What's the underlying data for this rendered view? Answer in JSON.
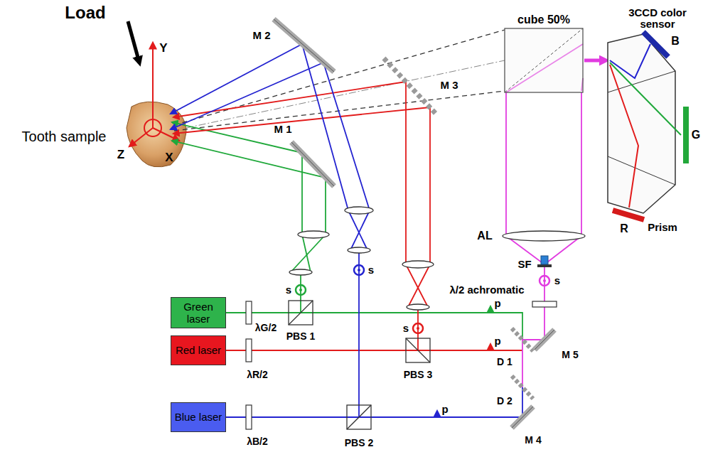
{
  "diagram": {
    "nodes": [
      {
        "text": [
          "Green laser"
        ]
      },
      {
        "text": [
          "Red laser"
        ]
      },
      {
        "text": [
          "Blue laser"
        ]
      }
    ],
    "labels": [
      "Load",
      "Y",
      "3CCD color sensor",
      "cube 50%",
      "M 2",
      "B",
      "M 3",
      "Tooth sample",
      "Z",
      "X",
      "M 1",
      "G",
      "R",
      "Prism",
      "AL",
      "SF",
      "s",
      "s",
      "λ/2 achromatic",
      "s",
      "p",
      "s",
      "p",
      "PBS 1",
      "D 1",
      "M 5",
      "PBS 3",
      "λG/2",
      "λR/2",
      "D 2",
      "p",
      "λB/2",
      "PBS 2",
      "M 4"
    ]
  }
}
